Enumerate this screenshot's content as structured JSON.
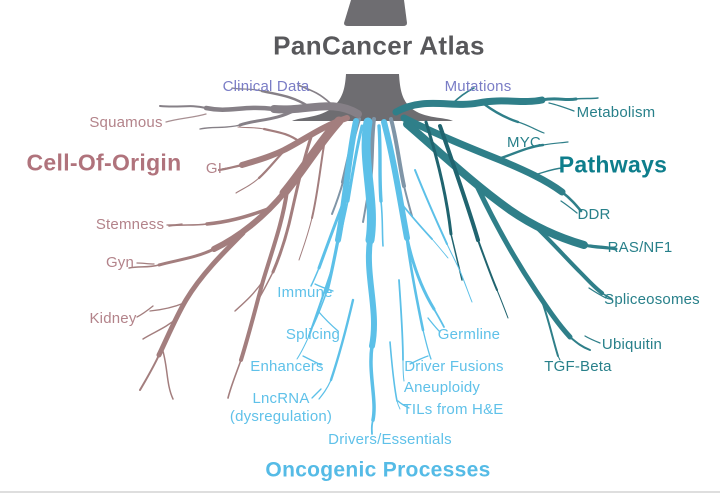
{
  "title": "PanCancer Atlas",
  "colors": {
    "title_text": "#58585b",
    "purple": "#7a7dc6",
    "mauve_text": "#b3838a",
    "mauve_heading": "#b0737c",
    "mauve_root": "#a37e7e",
    "teal_text": "#28808a",
    "teal_heading": "#0e7e8c",
    "teal_root": "#2f7f89",
    "teal_root_dark": "#20646f",
    "blue_text": "#5fc1e9",
    "blue_heading": "#55bbe6",
    "blue_root": "#5cc0e8",
    "slate_root": "#7f95a7",
    "gray_root": "#868087",
    "leader_gray": "#a89093",
    "trunk": "#6e6d71",
    "divider": "#dedede"
  },
  "branches": {
    "data_types": {
      "clinical_data": "Clinical Data",
      "mutations": "Mutations"
    },
    "cell_of_origin": {
      "heading": "Cell-Of-Origin",
      "items": {
        "squamous": "Squamous",
        "gi": "GI",
        "stemness": "Stemness",
        "gyn": "Gyn",
        "kidney": "Kidney"
      }
    },
    "pathways": {
      "heading": "Pathways",
      "items": {
        "metabolism": "Metabolism",
        "myc": "MYC",
        "ddr": "DDR",
        "ras_nf1": "RAS/NF1",
        "spliceosomes": "Spliceosomes",
        "ubiquitin": "Ubiquitin",
        "tgf_beta": "TGF-Beta"
      }
    },
    "oncogenic_processes": {
      "heading": "Oncogenic Processes",
      "items": {
        "immune": "Immune",
        "splicing": "Splicing",
        "enhancers": "Enhancers",
        "lncrna": "LncRNA",
        "lncrna_sub": "(dysregulation)",
        "germline": "Germline",
        "driver_fusions": "Driver Fusions",
        "aneuploidy": "Aneuploidy",
        "tils_from_he": "TILs from H&E",
        "drivers_essentials": "Drivers/Essentials"
      }
    }
  }
}
